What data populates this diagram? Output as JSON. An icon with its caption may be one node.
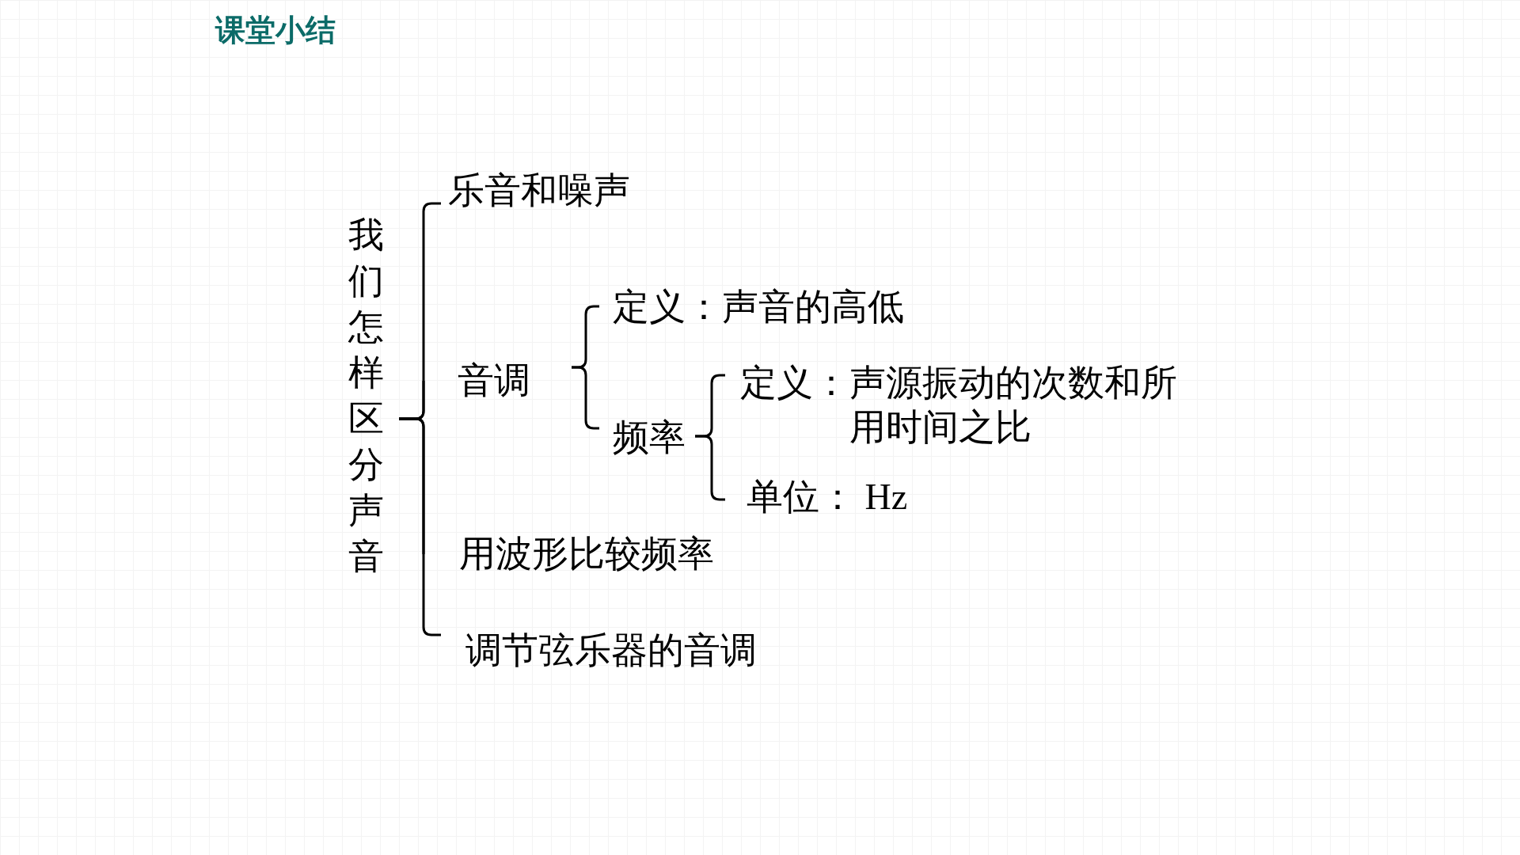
{
  "diagram": {
    "title": "课堂小结",
    "nodes": [
      {
        "text": [
          "我们怎样区分声音"
        ]
      },
      {
        "text": [
          "乐音和噪声"
        ]
      },
      {
        "text": [
          "音调"
        ]
      },
      {
        "text": [
          "定义：声音的高低"
        ]
      },
      {
        "text": [
          "频率"
        ]
      },
      {
        "text": [
          "定义：声源振动的次数和所用时间之比"
        ]
      },
      {
        "text": [
          "单位： Hz"
        ]
      },
      {
        "text": [
          "用波形比较频率"
        ]
      },
      {
        "text": [
          "调节弦乐器的音调"
        ]
      }
    ],
    "edges": [
      {
        "from": 0,
        "to": 1,
        "arrow": "none"
      },
      {
        "from": 0,
        "to": 2,
        "arrow": "none"
      },
      {
        "from": 0,
        "to": 7,
        "arrow": "none"
      },
      {
        "from": 0,
        "to": 8,
        "arrow": "none"
      },
      {
        "from": 2,
        "to": 3,
        "arrow": "none"
      },
      {
        "from": 2,
        "to": 4,
        "arrow": "none"
      },
      {
        "from": 4,
        "to": 5,
        "arrow": "none"
      },
      {
        "from": 4,
        "to": 6,
        "arrow": "none"
      }
    ]
  }
}
